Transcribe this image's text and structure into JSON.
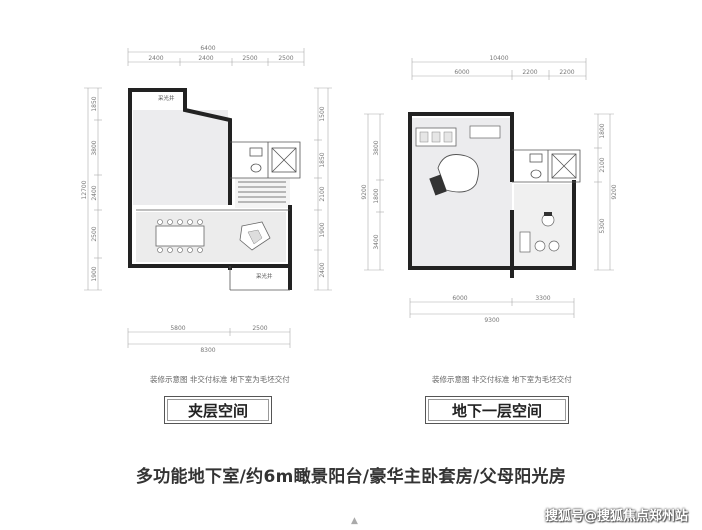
{
  "plan_left": {
    "dims_top_total": "6400",
    "dims_top": [
      "2400",
      "2400",
      "2500",
      "2500"
    ],
    "dims_left": [
      "1850",
      "3800",
      "2400",
      "2500",
      "1900"
    ],
    "dims_left_total": "12700",
    "dims_right": [
      "1500",
      "1850",
      "2100",
      "1900",
      "2400"
    ],
    "dims_bottom": [
      "5800",
      "2500"
    ],
    "dims_bottom_total": "8300",
    "room_tag_top": "采光井",
    "room_tag_bottom": "采光井",
    "caption": "装修示意图 非交付标准 地下室为毛坯交付",
    "title": "夹层空间"
  },
  "plan_right": {
    "dims_top_total": "10400",
    "dims_top": [
      "6000",
      "2200",
      "2200"
    ],
    "dims_left": [
      "3800",
      "1800",
      "3400"
    ],
    "dims_left_total": "9200",
    "dims_right": [
      "1800",
      "2100",
      "5300"
    ],
    "dims_right_total": "9200",
    "dims_bottom": [
      "6000",
      "3300"
    ],
    "dims_bottom_total": "9300",
    "caption": "装修示意图 非交付标准 地下室为毛坯交付",
    "title": "地下一层空间"
  },
  "headline": "多功能地下室/约6m瞰景阳台/豪华主卧套房/父母阳光房",
  "watermark": "搜狐号@搜狐焦点郑州站",
  "bottom_marker": "▲"
}
